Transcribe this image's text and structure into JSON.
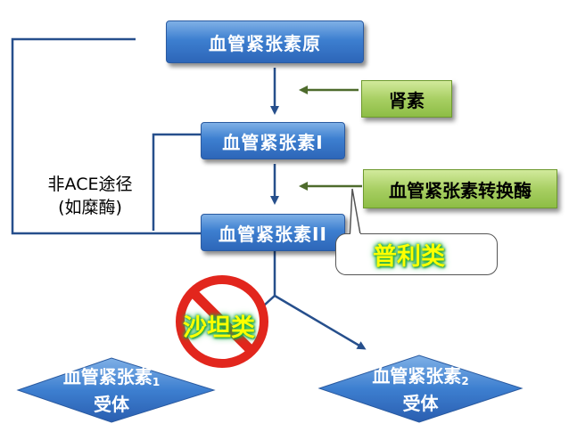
{
  "nodes": {
    "angiotensinogen": "血管紧张素原",
    "angiotensin_1": "血管紧张素I",
    "angiotensin_2": "血管紧张素II"
  },
  "enzymes": {
    "renin": "肾素",
    "ace": "血管紧张素转换酶"
  },
  "non_ace": {
    "line1": "非ACE途径",
    "line2": "(如糜酶)"
  },
  "drugs": {
    "pril": "普利类",
    "sartan": "沙坦类"
  },
  "receptors": {
    "at1": {
      "name": "血管紧张素",
      "sub": "1",
      "suffix": "受体"
    },
    "at2": {
      "name": "血管紧张素",
      "sub": "2",
      "suffix": "受体"
    }
  },
  "colors": {
    "node_blue": "#3d7fd0",
    "enzyme_green": "#a8cf63",
    "drug_text": "#ffff00",
    "drug_glow": "#22b04a",
    "prohibit_red": "#e2261d",
    "arrow_blue": "#264f8c",
    "arrow_green": "#4e6b2c"
  },
  "icons": {
    "prohibit": "prohibition-sign-icon"
  }
}
